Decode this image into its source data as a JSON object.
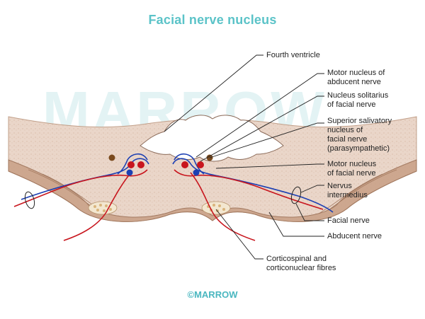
{
  "title": "Facial nerve nucleus",
  "watermark": "MARROW",
  "footer": "©MARROW",
  "labels": {
    "fourth_ventricle": "Fourth ventricle",
    "abducent_nucleus_1": "Motor nucleus of",
    "abducent_nucleus_2": "abducent nerve",
    "solitarius_1": "Nucleus solitarius",
    "solitarius_2": "of facial nerve",
    "salivatory_1": "Superior salivatory",
    "salivatory_2": "nucleus of",
    "salivatory_3": "facial nerve",
    "salivatory_4": "(parasympathetic)",
    "motor_facial_1": "Motor nucleus",
    "motor_facial_2": "of facial nerve",
    "intermedius_1": "Nervus",
    "intermedius_2": "intermedius",
    "facial_nerve": "Facial nerve",
    "abducent_nerve": "Abducent nerve",
    "corticospinal_1": "Corticospinal and",
    "corticospinal_2": "corticonuclear fibres"
  },
  "colors": {
    "title": "#5bc3c8",
    "pons_fill": "#e9d7cd",
    "pons_edge": "#b08468",
    "nerve_red": "#c8161e",
    "nerve_blue": "#1c3fb3",
    "nucleus_brown": "#7a4a1e"
  }
}
